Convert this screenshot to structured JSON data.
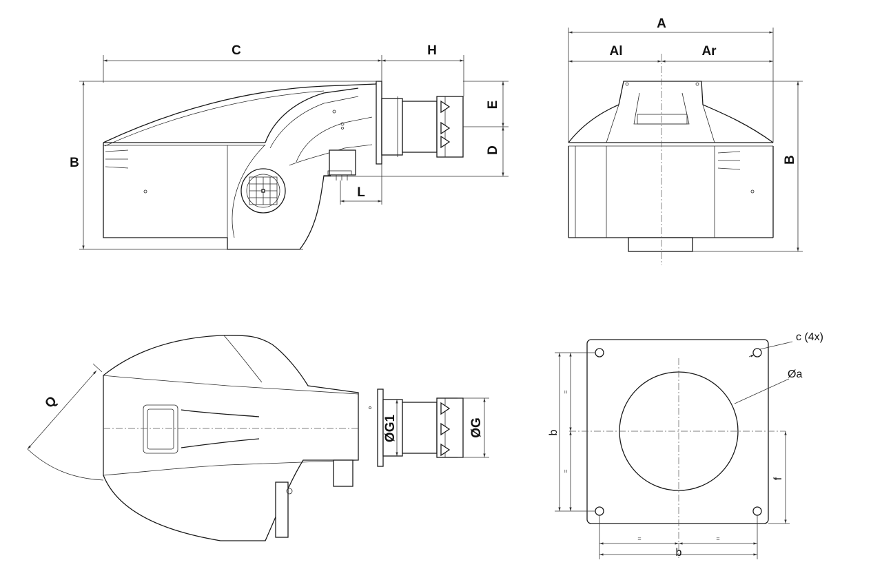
{
  "labels": {
    "A": "A",
    "Al": "Al",
    "Ar": "Ar",
    "B_side": "B",
    "B_front": "B",
    "C": "C",
    "H": "H",
    "E": "E",
    "D": "D",
    "L": "L",
    "Q": "Q",
    "G1": "ØG1",
    "G": "ØG",
    "c4x": "c (4x)",
    "a": "Øa",
    "b_vert": "b",
    "b_horiz": "b",
    "f": "f",
    "eq": "="
  }
}
